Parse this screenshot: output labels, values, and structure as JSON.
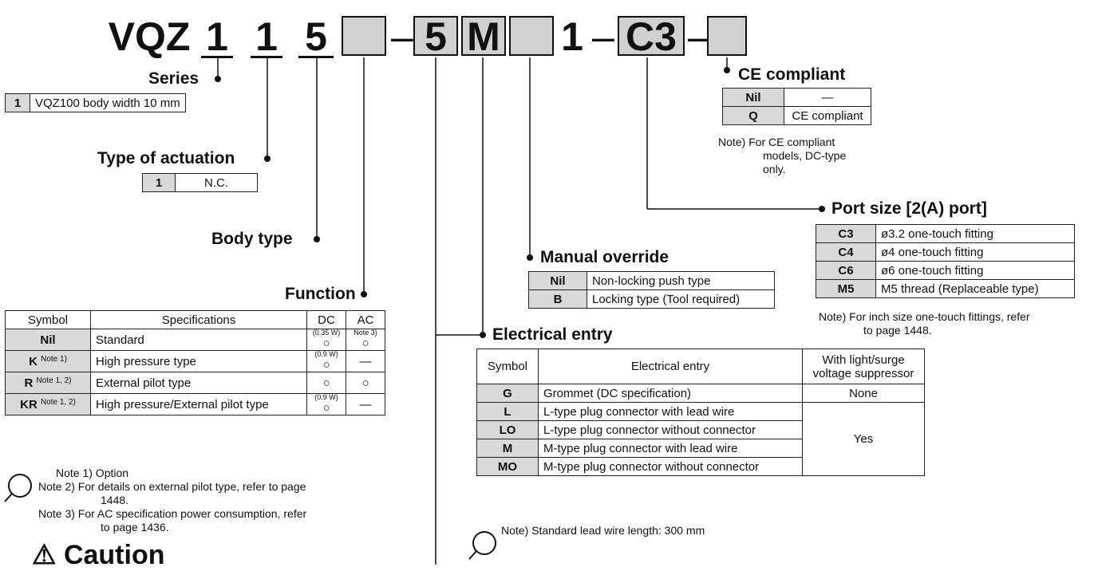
{
  "model_code": {
    "prefix": "VQZ",
    "series": "1",
    "actuation": "1",
    "body": "5",
    "dash1": "–",
    "electrical": "5",
    "override": "M",
    "one": "1",
    "dash2": "–",
    "port": "C3",
    "dash3": "–"
  },
  "series": {
    "heading": "Series",
    "rows": [
      {
        "code": "1",
        "desc": "VQZ100 body width 10 mm"
      }
    ]
  },
  "actuation": {
    "heading": "Type of actuation",
    "rows": [
      {
        "code": "1",
        "desc": "N.C."
      }
    ]
  },
  "body_type": {
    "heading": "Body type"
  },
  "function": {
    "heading": "Function",
    "columns": [
      "Symbol",
      "Specifications",
      "DC",
      "AC"
    ],
    "rows": [
      {
        "symbol": "Nil",
        "sup": "",
        "spec": "Standard",
        "dc_note": "(0.35 W)",
        "dc": "○",
        "ac_note": "Note 3)",
        "ac": "○"
      },
      {
        "symbol": "K",
        "sup": "Note 1)",
        "spec": "High pressure type",
        "dc_note": "(0.9 W)",
        "dc": "○",
        "ac_note": "",
        "ac": "—"
      },
      {
        "symbol": "R",
        "sup": "Note 1, 2)",
        "spec": "External pilot type",
        "dc_note": "",
        "dc": "○",
        "ac_note": "",
        "ac": "○"
      },
      {
        "symbol": "KR",
        "sup": "Note 1, 2)",
        "spec": "High pressure/External pilot type",
        "dc_note": "(0.9 W)",
        "dc": "○",
        "ac_note": "",
        "ac": "—"
      }
    ],
    "notes": [
      "Note 1) Option",
      "Note 2) For details on external pilot type, refer to page",
      "1448.",
      "Note 3) For AC specification power consumption, refer",
      "to page 1436."
    ]
  },
  "caution": {
    "label": "Caution"
  },
  "ce": {
    "heading": "CE compliant",
    "rows": [
      {
        "code": "Nil",
        "desc": "—"
      },
      {
        "code": "Q",
        "desc": "CE compliant"
      }
    ],
    "notes": [
      "Note) For CE compliant",
      "models, DC-type",
      "only."
    ]
  },
  "port": {
    "heading": "Port size [2(A) port]",
    "rows": [
      {
        "code": "C3",
        "desc": "ø3.2 one-touch fitting"
      },
      {
        "code": "C4",
        "desc": "ø4 one-touch fitting"
      },
      {
        "code": "C6",
        "desc": "ø6 one-touch fitting"
      },
      {
        "code": "M5",
        "desc": "M5 thread (Replaceable type)"
      }
    ],
    "notes": [
      "Note) For inch size one-touch fittings, refer",
      "to page 1448."
    ]
  },
  "override": {
    "heading": "Manual override",
    "rows": [
      {
        "code": "Nil",
        "desc": "Non-locking push type"
      },
      {
        "code": "B",
        "desc": "Locking type (Tool required)"
      }
    ]
  },
  "electrical": {
    "heading": "Electrical entry",
    "columns": [
      "Symbol",
      "Electrical entry",
      "With light/surge",
      "voltage suppressor"
    ],
    "rows": [
      {
        "code": "G",
        "desc": "Grommet (DC specification)"
      },
      {
        "code": "L",
        "desc": "L-type plug connector with lead wire"
      },
      {
        "code": "LO",
        "desc": "L-type plug connector without connector"
      },
      {
        "code": "M",
        "desc": "M-type plug connector with lead wire"
      },
      {
        "code": "MO",
        "desc": "M-type plug connector without connector"
      }
    ],
    "suppressor": [
      "None",
      "Yes"
    ],
    "note": "Note) Standard lead wire length: 300 mm"
  }
}
